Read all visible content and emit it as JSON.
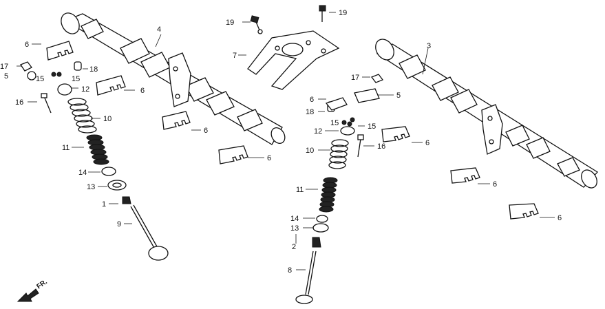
{
  "callouts": {
    "l1": "1",
    "l2": "2",
    "l3": "3",
    "l4": "4",
    "l5": "5",
    "l5b": "5",
    "l6": "6",
    "l6b": "6",
    "l6c": "6",
    "l6d": "6",
    "l6e": "6",
    "l6f": "6",
    "l6g": "6",
    "l6h": "6",
    "l7": "7",
    "l8": "8",
    "l9": "9",
    "l10": "10",
    "l10b": "10",
    "l11": "11",
    "l11b": "11",
    "l12": "12",
    "l12b": "12",
    "l13": "13",
    "l13b": "13",
    "l14": "14",
    "l14b": "14",
    "l15": "15",
    "l15b": "15",
    "l15c": "15",
    "l15d": "15",
    "l16": "16",
    "l16b": "16",
    "l17": "17",
    "l17b": "17",
    "l18": "18",
    "l18b": "18",
    "l19": "19",
    "l19b": "19"
  },
  "direction": {
    "label": "FR."
  }
}
